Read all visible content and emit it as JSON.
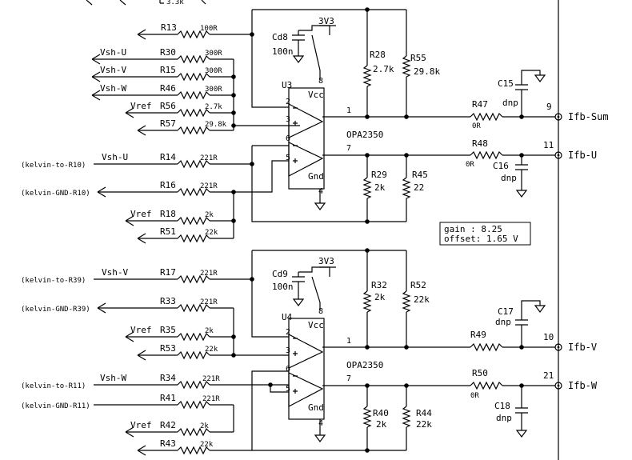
{
  "labels": {
    "r13": "R13",
    "r13_val": "100R",
    "vsh_u_top": "Vsh-U",
    "r30": "R30",
    "r30_val": "300R",
    "vsh_v_top": "Vsh-V",
    "r15": "R15",
    "r15_val": "300R",
    "vsh_w_top": "Vsh-W",
    "r46": "R46",
    "r46_val": "300R",
    "vref_1": "Vref",
    "r56": "R56",
    "r56_val": "2.7k",
    "r57": "R57",
    "r57_val": "29.8k",
    "cd8": "Cd8",
    "cd8_val": "100n",
    "v3v3_1": "3V3",
    "u3": "U3",
    "vcc_u3": "Vcc",
    "gnd_u3": "Gnd",
    "u3_pin8": "8",
    "u3_pin2": "2",
    "u3_pin3": "3",
    "u3_pin1": "1",
    "u3_pin6": "6",
    "u3_pin5": "5",
    "u3_pin7": "7",
    "u3_pin4": "4",
    "opa_u3": "OPA2350",
    "r28": "R28",
    "r28_val": "2.7k",
    "r55": "R55",
    "r55_val": "29.8k",
    "r47": "R47",
    "r47_val": "0R",
    "c15": "C15",
    "c15_val": "dnp",
    "pin9": "9",
    "ifb_sum": "Ifb-Sum",
    "r48": "R48",
    "r48_val": "0R",
    "c16": "C16",
    "c16_val": "dnp",
    "pin11": "11",
    "ifb_u": "Ifb-U",
    "kelvin_to_r10": "(kelvin-to-R10)",
    "vsh_u_2": "Vsh-U",
    "r14": "R14",
    "r14_val": "221R",
    "kelvin_gnd_r10": "(kelvin-GND-R10)",
    "r16": "R16",
    "r16_val": "221R",
    "vref_2": "Vref",
    "r18": "R18",
    "r18_val": "2k",
    "r51": "R51",
    "r51_val": "22k",
    "r29": "R29",
    "r29_val": "2k",
    "r45": "R45",
    "r45_val": "22",
    "gain_line": "gain  : 8.25",
    "offset_line": "offset: 1.65 V",
    "cd9": "Cd9",
    "cd9_val": "100n",
    "v3v3_2": "3V3",
    "kelvin_to_r39": "(kelvin-to-R39)",
    "vsh_v_2": "Vsh-V",
    "r17": "R17",
    "r17_val": "221R",
    "kelvin_gnd_r39": "(kelvin-GND-R39)",
    "r33": "R33",
    "r33_val": "221R",
    "vref_3": "Vref",
    "r35": "R35",
    "r35_val": "2k",
    "r53": "R53",
    "r53_val": "22k",
    "u4": "U4",
    "vcc_u4": "Vcc",
    "gnd_u4": "Gnd",
    "u4_pin8": "8",
    "u4_pin2": "2",
    "u4_pin3": "3",
    "u4_pin1": "1",
    "u4_pin6": "6",
    "u4_pin5": "5",
    "u4_pin7": "7",
    "u4_pin4": "4",
    "opa_u4": "OPA2350",
    "r32": "R32",
    "r32_val": "2k",
    "r52": "R52",
    "r52_val": "22k",
    "r49": "R49",
    "c17": "C17",
    "c17_val": "dnp",
    "pin10": "10",
    "ifb_v": "Ifb-V",
    "r50": "R50",
    "r50_val": "0R",
    "c18": "C18",
    "c18_val": "dnp",
    "pin21": "21",
    "ifb_w": "Ifb-W",
    "kelvin_to_r11": "(kelvin-to-R11)",
    "vsh_w_2": "Vsh-W",
    "r34": "R34",
    "r34_val": "221R",
    "kelvin_gnd_r11": "(kelvin-GND-R11)",
    "r41": "R41",
    "r41_val": "221R",
    "vref_4": "Vref",
    "r42": "R42",
    "r42_val": "2k",
    "r43": "R43",
    "r43_val": "22k",
    "r40": "R40",
    "r40_val": "2k",
    "r44": "R44",
    "r44_val": "22k",
    "top_val": "3.3k"
  }
}
